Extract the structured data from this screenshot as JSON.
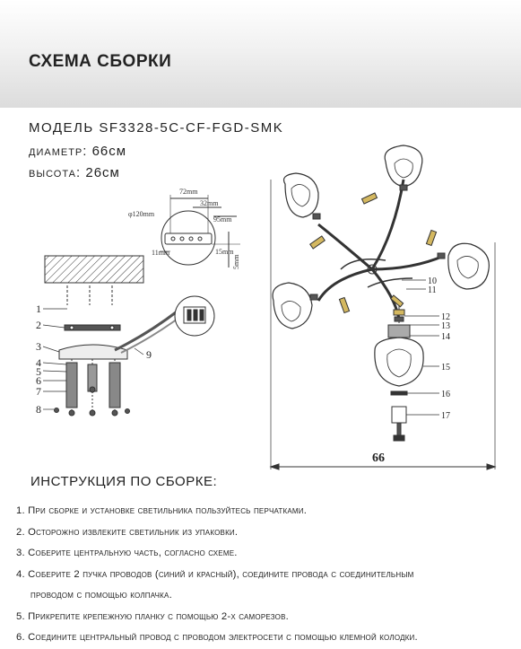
{
  "header": {
    "title": "СХЕМА СБОРКИ"
  },
  "specs": {
    "model": "МОДЕЛЬ SF3328-5C-CF-FGD-SMK",
    "diameter_label": "диаметр:",
    "diameter_value": "66см",
    "height_label": "высота:",
    "height_value": "26см"
  },
  "detail": {
    "dim_72": "72mm",
    "dim_32": "32mm",
    "dim_95": "95mm",
    "dim_120": "φ120mm",
    "dim_11": "11mm",
    "dim_15": "15mm",
    "dim_5": "5mm"
  },
  "left_labels": [
    "1",
    "2",
    "3",
    "4",
    "5",
    "6",
    "7",
    "8",
    "9"
  ],
  "right_labels": [
    "10",
    "11",
    "12",
    "13",
    "14",
    "15",
    "16",
    "17"
  ],
  "width_dimension": "66",
  "instructions": {
    "title": "ИНСТРУКЦИЯ ПО СБОРКЕ:",
    "items": [
      {
        "num": "1.",
        "text": "При сборке и установке светильника пользуйтесь перчатками."
      },
      {
        "num": "2.",
        "text": "Осторожно извлеките светильник из упаковки."
      },
      {
        "num": "3.",
        "text": "Соберите центральную часть, согласно схеме."
      },
      {
        "num": "4.",
        "text": "Соберите 2 пучка проводов (синий и красный), соедините провода с соединительным"
      },
      {
        "num": "",
        "text": "проводом с помощью колпачка."
      },
      {
        "num": "5.",
        "text": "Прикрепите крепежную планку с помощью 2-х саморезов."
      },
      {
        "num": "6.",
        "text": "Соедините центральный провод с проводом электросети с помощью клемной колодки."
      }
    ]
  },
  "colors": {
    "accent": "#d4b860",
    "line": "#333333"
  }
}
